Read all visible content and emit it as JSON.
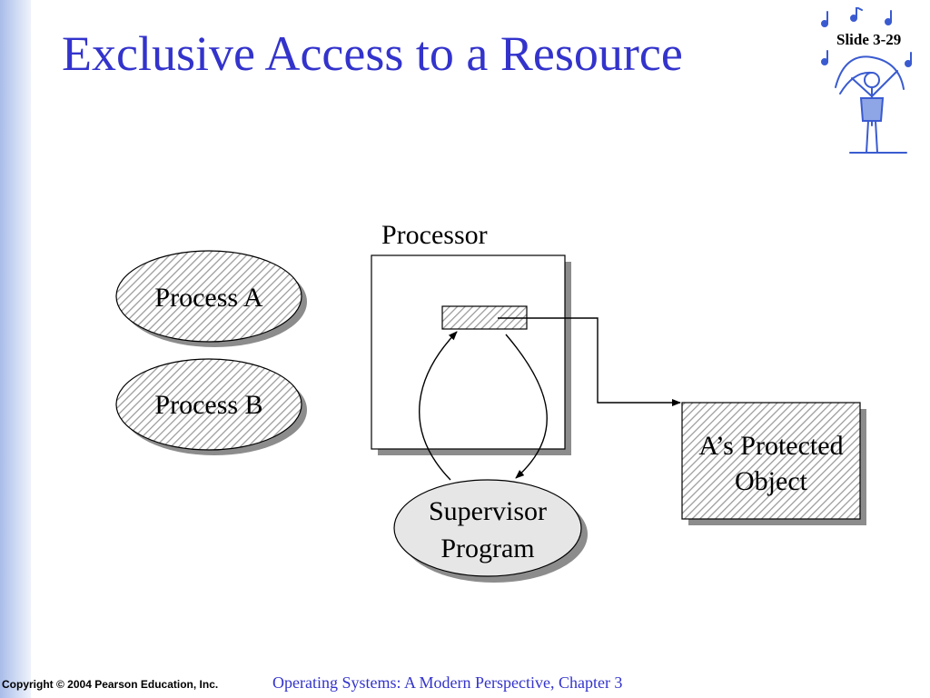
{
  "slide": {
    "title": "Exclusive Access to a Resource",
    "number_label": "Slide 3-29"
  },
  "diagram": {
    "processor_label": "Processor",
    "process_a": "Process A",
    "process_b": "Process B",
    "protected_object_line1": "A’s Protected",
    "protected_object_line2": "Object",
    "supervisor_line1": "Supervisor",
    "supervisor_line2": "Program"
  },
  "footer": {
    "copyright": "Copyright © 2004 Pearson Education, Inc.",
    "course": "Operating Systems: A Modern Perspective, Chapter 3"
  },
  "colors": {
    "title": "#3333cc",
    "footer_course": "#3333cc",
    "left_bar": "#a9bce8",
    "logo": "#3a5bd0"
  },
  "icons": {
    "logo": "dancing-figure-with-music-notes-logo"
  }
}
